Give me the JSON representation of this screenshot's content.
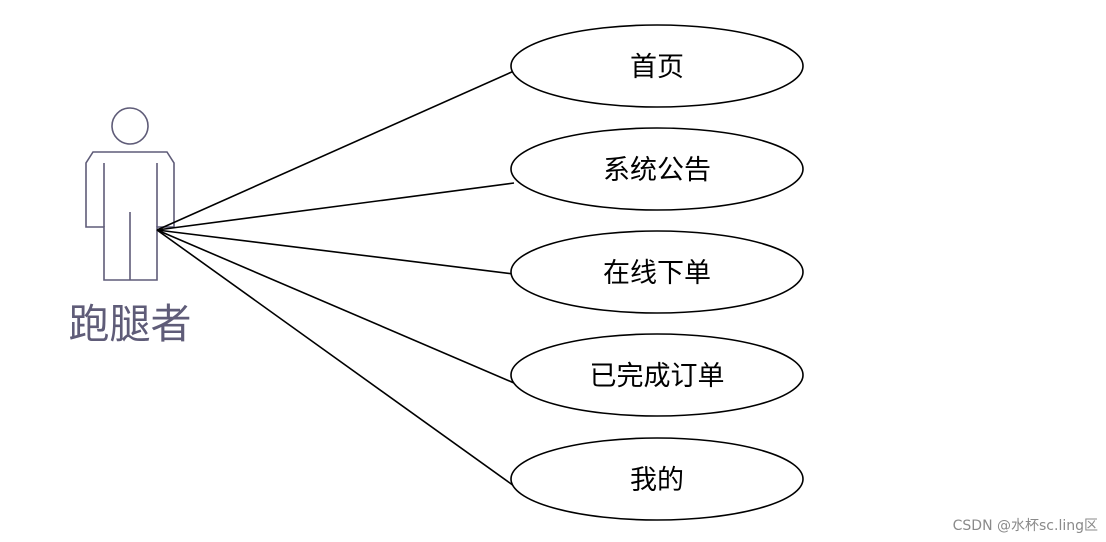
{
  "diagram": {
    "type": "use-case",
    "actor": {
      "label": "跑腿者"
    },
    "use_cases": [
      {
        "label": "首页"
      },
      {
        "label": "系统公告"
      },
      {
        "label": "在线下单"
      },
      {
        "label": "已完成订单"
      },
      {
        "label": "我的"
      }
    ]
  },
  "watermark": "CSDN @水杯sc.ling区",
  "colors": {
    "actor": "#5f5c78",
    "lines": "#000000"
  }
}
